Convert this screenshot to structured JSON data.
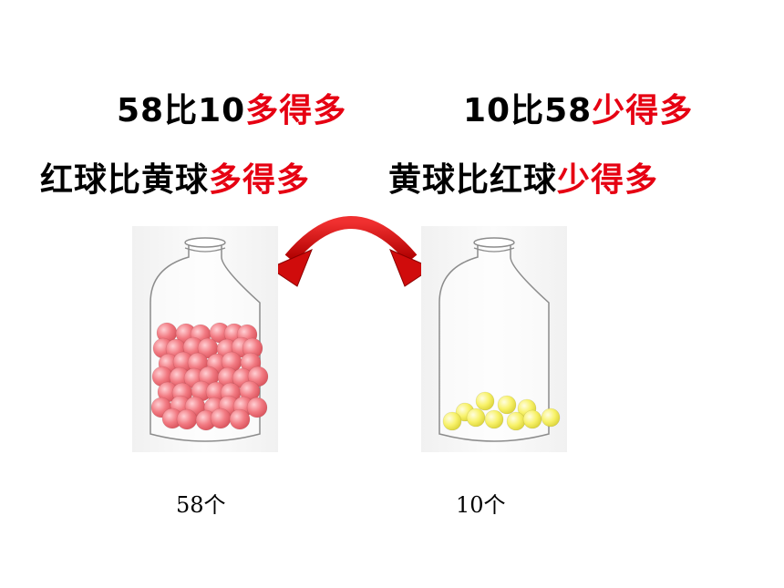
{
  "statements": {
    "line1_left": {
      "prefix": "58比10",
      "emph": "多得多"
    },
    "line1_right": {
      "prefix": "10比58",
      "emph": "少得多"
    },
    "line2_left": {
      "prefix": "红球比黄球",
      "emph": "多得多"
    },
    "line2_right": {
      "prefix": "黄球比红球",
      "emph": "少得多"
    }
  },
  "jars": {
    "red": {
      "count_label": "58个",
      "ball_color": "#f27a82"
    },
    "yellow": {
      "count_label": "10个",
      "ball_color": "#f8f26a"
    }
  },
  "colors": {
    "emphasis": "#e60012",
    "arrow": "#e01010"
  },
  "icons": {
    "arrow": "curved-swap-arrow-icon"
  }
}
